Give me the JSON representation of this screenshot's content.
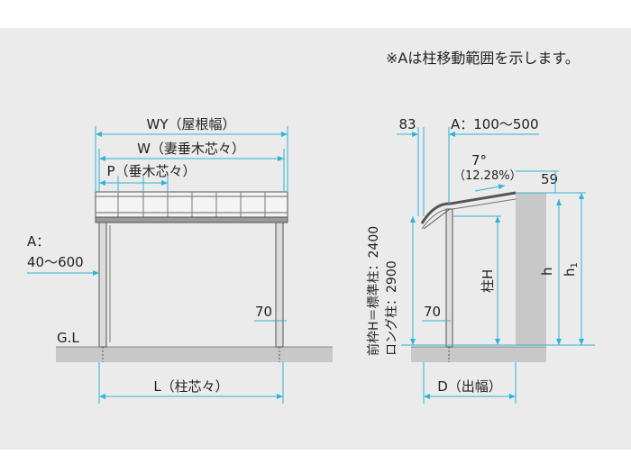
{
  "note": "※Aは柱移動範囲を示します。",
  "front": {
    "wy_label": "WY（屋根幅）",
    "w_label": "W（妻垂木芯々）",
    "p_label": "P（垂木芯々）",
    "a_label": "A：",
    "a_range": "40〜600",
    "gl_label": "G.L",
    "seventy_label": "70",
    "l_label": "L（柱芯々）"
  },
  "side": {
    "eighty_three": "83",
    "a_range": "A：100〜500",
    "angle_deg": "7°",
    "angle_pct": "（12.28%）",
    "fifty_nine": "59",
    "height_std": "前枠H＝標準柱：2400",
    "height_long": "ロング柱：2900",
    "pillar_h": "柱H",
    "h_label": "h",
    "h1_label": "h",
    "h1_sub": "1",
    "seventy_label": "70",
    "d_label": "D（出幅）"
  },
  "colors": {
    "dimension": "#2fb3d6",
    "panel": "#ebebeb",
    "ground": "#c8c8c8",
    "line": "#555555"
  }
}
